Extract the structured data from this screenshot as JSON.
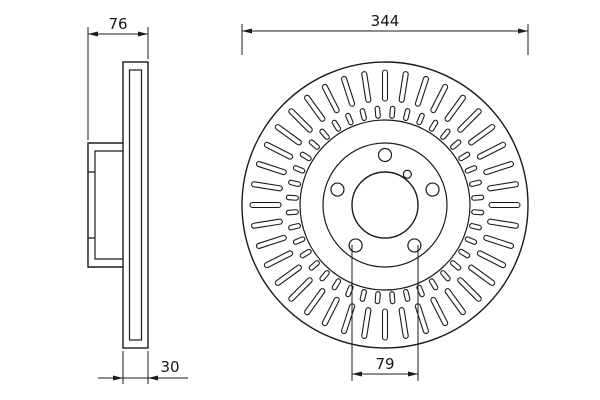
{
  "dimensions": {
    "total_width": "76",
    "outer_diameter": "344",
    "friction_ring_thickness": "30",
    "center_bore_diameter": "79"
  }
}
